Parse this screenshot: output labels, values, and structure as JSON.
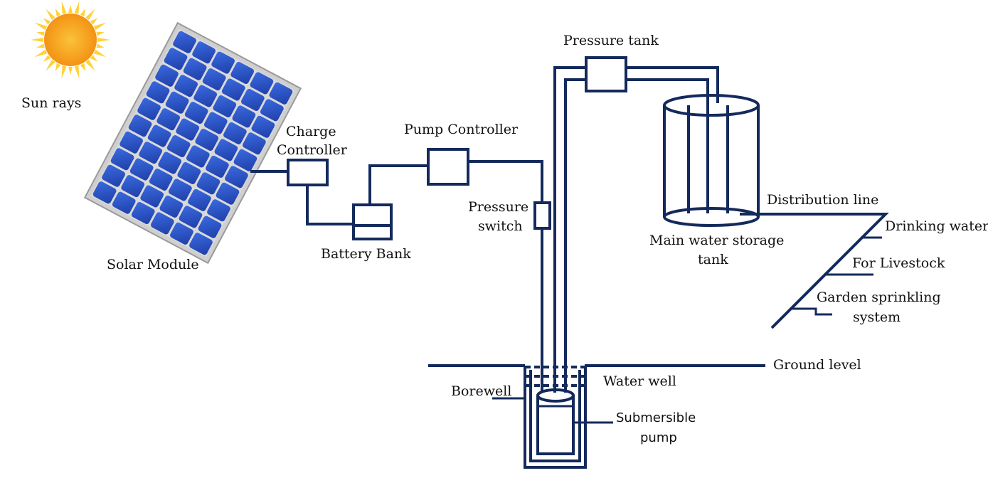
{
  "colors": {
    "line": "#142a5c",
    "panel_cell": "#2e55c8",
    "panel_frame": "#c9c9c9",
    "sun_core": "#f6a21a",
    "sun_rays": "#ffd23a"
  },
  "labels": {
    "sun_rays": "Sun rays",
    "solar_module": "Solar  Module",
    "charge_controller_1": "Charge",
    "charge_controller_2": "Controller",
    "battery_bank": "Battery Bank",
    "pump_controller": "Pump Controller",
    "pressure_switch_1": "Pressure",
    "pressure_switch_2": "switch",
    "pressure_tank": "Pressure tank",
    "main_tank_1": "Main water storage",
    "main_tank_2": "tank",
    "distribution_line": "Distribution line",
    "drinking_water": "Drinking water",
    "for_livestock": "For Livestock",
    "garden_1": "Garden sprinkling",
    "garden_2": "system",
    "ground_level": "Ground level",
    "water_well": "Water well",
    "borewell": "Borewell",
    "submersible_1": "Submersible",
    "submersible_2": "pump"
  },
  "icons": {
    "sun": "sun-icon",
    "solar_panel": "solar-panel-icon"
  }
}
